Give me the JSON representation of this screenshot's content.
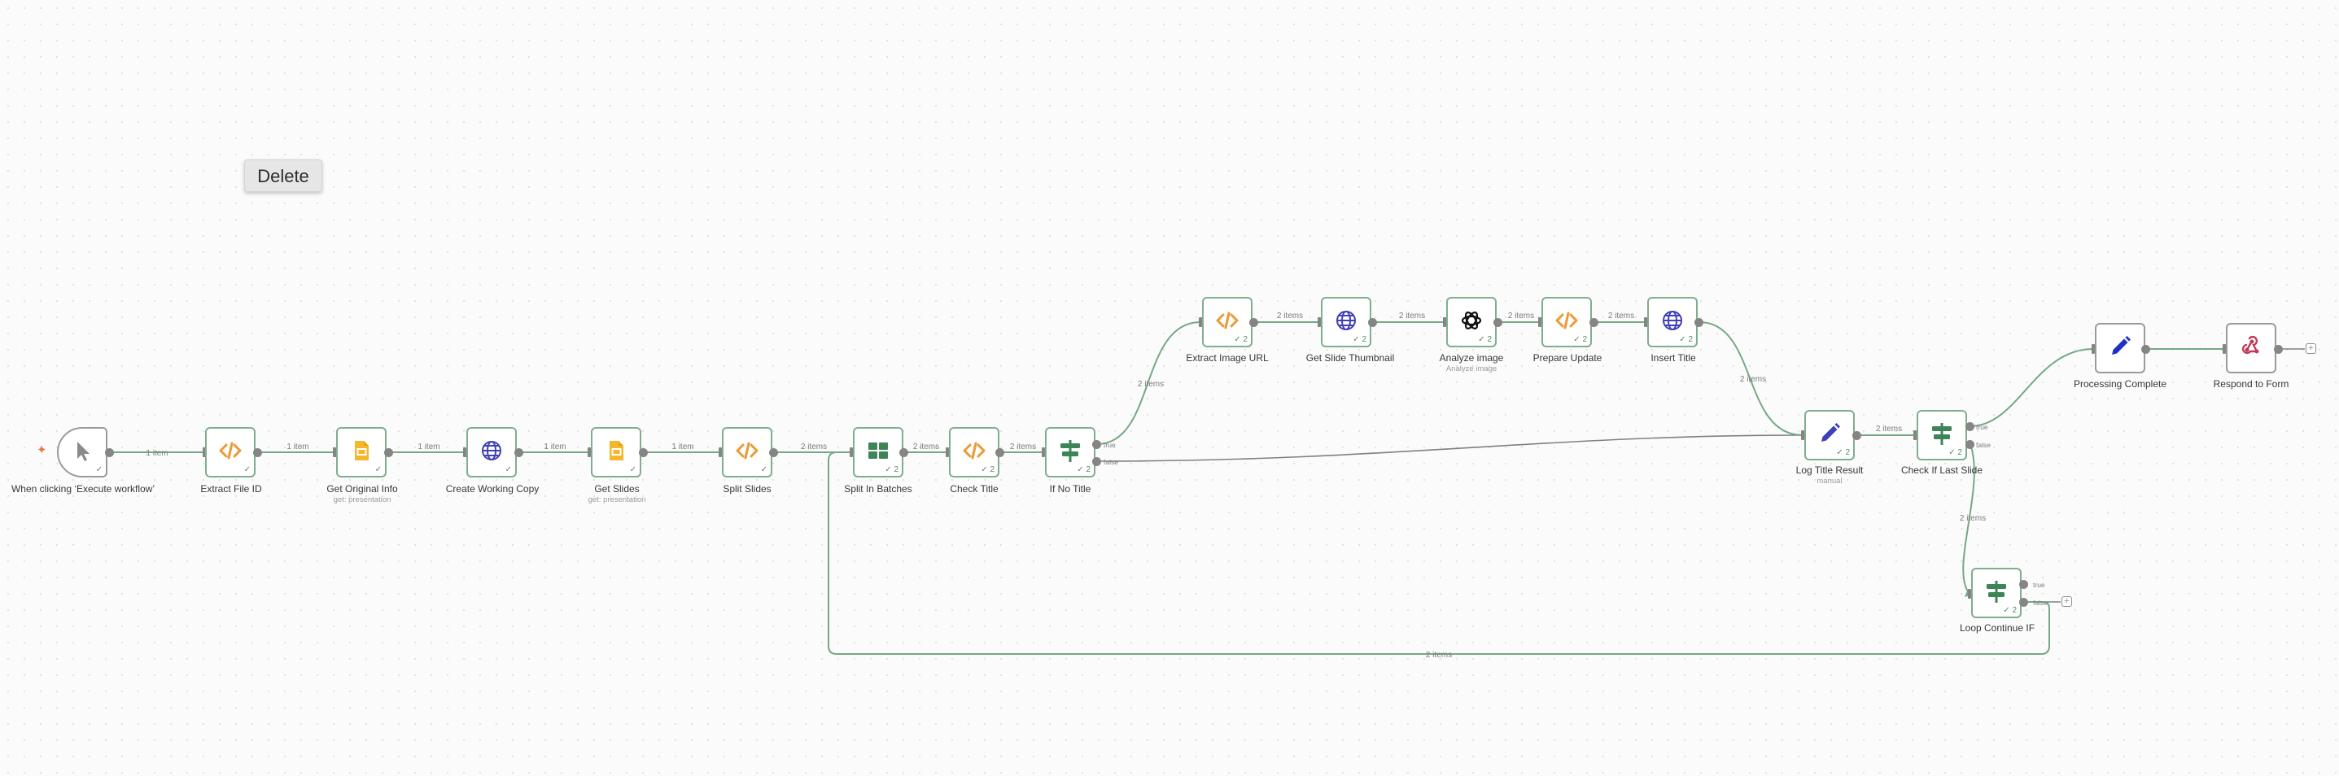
{
  "context_menu": {
    "delete_label": "Delete"
  },
  "nodes": [
    {
      "id": "trigger",
      "name": "When clicking ‘Execute workflow’",
      "badge": "",
      "icon": "cursor-icon",
      "color": "#8a8a8a"
    },
    {
      "id": "extract_file_id",
      "name": "Extract File ID",
      "badge": "",
      "icon": "code-icon",
      "color": "#ec9a36"
    },
    {
      "id": "get_original_info",
      "name": "Get Original Info",
      "subtitle": "get: presentation",
      "badge": "",
      "icon": "google-slides-icon",
      "color": "#f5b82c"
    },
    {
      "id": "create_working_copy",
      "name": "Create Working Copy",
      "badge": "",
      "icon": "globe-icon",
      "color": "#3f40b4"
    },
    {
      "id": "get_slides",
      "name": "Get Slides",
      "subtitle": "get: presentation",
      "badge": "",
      "icon": "google-slides-icon",
      "color": "#f5b82c"
    },
    {
      "id": "split_slides",
      "name": "Split Slides",
      "badge": "",
      "icon": "code-icon",
      "color": "#ec9a36"
    },
    {
      "id": "split_in_batches",
      "name": "Split In Batches",
      "badge": "2",
      "icon": "grid-icon",
      "color": "#3d8456"
    },
    {
      "id": "check_title",
      "name": "Check Title",
      "badge": "2",
      "icon": "code-icon",
      "color": "#ec9a36"
    },
    {
      "id": "if_no_title",
      "name": "If No Title",
      "badge": "2",
      "icon": "if-icon",
      "color": "#3d8456"
    },
    {
      "id": "extract_image_url",
      "name": "Extract Image URL",
      "badge": "2",
      "icon": "code-icon",
      "color": "#ec9a36"
    },
    {
      "id": "get_slide_thumbnail",
      "name": "Get Slide Thumbnail",
      "badge": "2",
      "icon": "globe-icon",
      "color": "#3f40b4"
    },
    {
      "id": "analyze_image",
      "name": "Analyze image",
      "subtitle": "Analyze image",
      "badge": "2",
      "icon": "openai-icon",
      "color": "#111111"
    },
    {
      "id": "prepare_update",
      "name": "Prepare Update",
      "badge": "2",
      "icon": "code-icon",
      "color": "#ec9a36"
    },
    {
      "id": "insert_title",
      "name": "Insert Title",
      "badge": "2",
      "icon": "globe-icon",
      "color": "#3f40b4"
    },
    {
      "id": "log_title_result",
      "name": "Log Title Result",
      "subtitle": "manual",
      "badge": "2",
      "icon": "pencil-icon",
      "color": "#3f40b4"
    },
    {
      "id": "check_if_last_slide",
      "name": "Check If Last Slide",
      "badge": "2",
      "icon": "if-icon",
      "color": "#3d8456"
    },
    {
      "id": "loop_continue_if",
      "name": "Loop Continue IF",
      "badge": "2",
      "icon": "if-icon",
      "color": "#3d8456"
    },
    {
      "id": "processing_complete",
      "name": "Processing Complete",
      "badge": "",
      "icon": "pencil-icon",
      "color": "#1f2fc9"
    },
    {
      "id": "respond_to_form",
      "name": "Respond to Form",
      "badge": "",
      "icon": "webhook-icon",
      "color": "#c23b58"
    }
  ],
  "connections": [
    {
      "label": "1 item"
    },
    {
      "label": "1 item"
    },
    {
      "label": "1 item"
    },
    {
      "label": "1 item"
    },
    {
      "label": "1 item"
    },
    {
      "label": "2 items"
    },
    {
      "label": "2 items"
    },
    {
      "label": "2 items"
    },
    {
      "label": "2 items"
    },
    {
      "label": "2 items"
    },
    {
      "label": "2 items"
    },
    {
      "label": "2 items"
    },
    {
      "label": "2 items"
    },
    {
      "label": "2 items"
    },
    {
      "label": "2 items"
    },
    {
      "label": "2 items"
    },
    {
      "label": "2 items"
    }
  ],
  "branches": {
    "true": "true",
    "false": "false"
  },
  "icons": {
    "plus": "+",
    "spark": "✦"
  }
}
